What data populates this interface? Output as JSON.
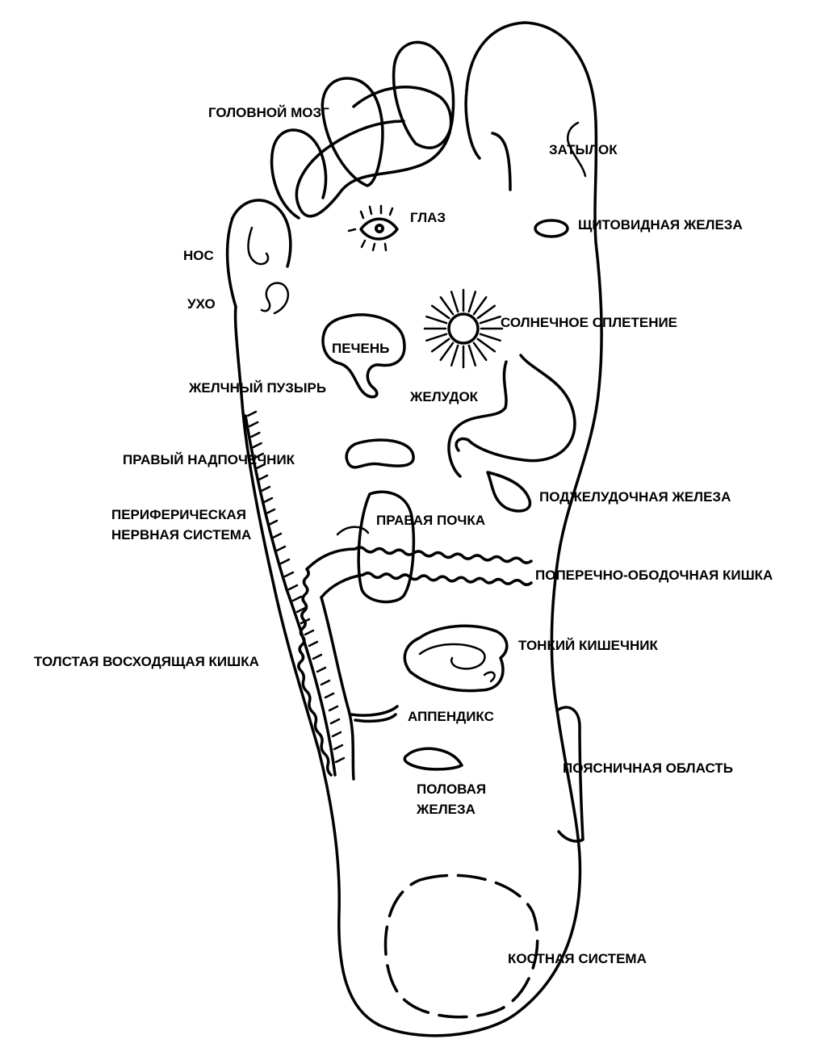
{
  "labels": {
    "brain": "ГОЛОВНОЙ МОЗГ",
    "occiput": "ЗАТЫЛОК",
    "eye": "ГЛАЗ",
    "thyroid": "ЩИТОВИДНАЯ ЖЕЛЕЗА",
    "nose": "НОС",
    "ear": "УХО",
    "solar_plexus": "СОЛНЕЧНОЕ СПЛЕТЕНИЕ",
    "liver": "ПЕЧЕНЬ",
    "gallbladder": "ЖЕЛЧНЫЙ ПУЗЫРЬ",
    "stomach": "ЖЕЛУДОК",
    "adrenal": "ПРАВЫЙ НАДПОЧЕЧНИК",
    "pancreas": "ПОДЖЕЛУДОЧНАЯ ЖЕЛЕЗА",
    "peripheral_ns_line1": "ПЕРИФЕРИЧЕСКАЯ",
    "peripheral_ns_line2": "НЕРВНАЯ СИСТЕМА",
    "kidney": "ПРАВАЯ ПОЧКА",
    "transverse_colon": "ПОПЕРЕЧНО-ОБОДОЧНАЯ КИШКА",
    "small_intestine": "ТОНКИЙ КИШЕЧНИК",
    "ascending_colon": "ТОЛСТАЯ ВОСХОДЯЩАЯ КИШКА",
    "appendix": "АППЕНДИКС",
    "lumbar": "ПОЯСНИЧНАЯ ОБЛАСТЬ",
    "gonad_line1": "ПОЛОВАЯ",
    "gonad_line2": "ЖЕЛЕЗА",
    "skeletal": "КОСТНАЯ СИСТЕМА"
  }
}
